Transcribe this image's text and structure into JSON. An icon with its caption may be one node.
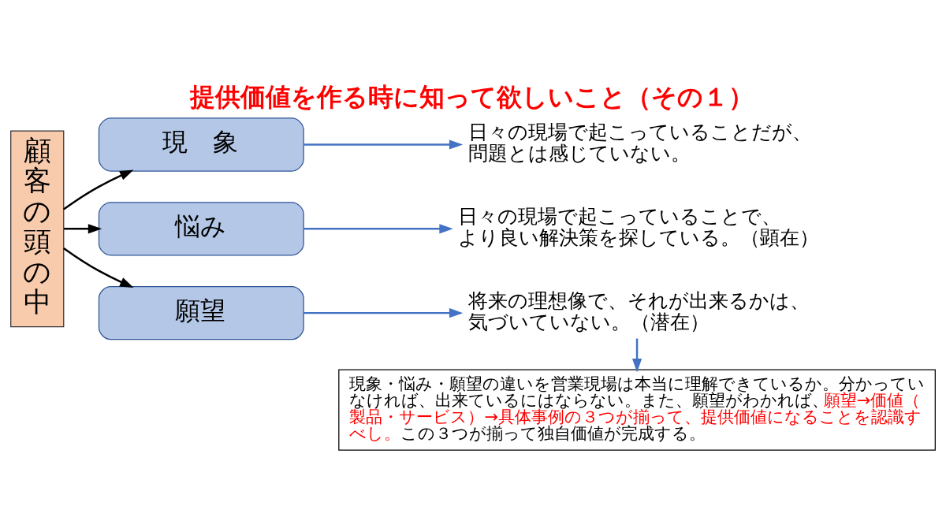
{
  "diagram": {
    "title": "提供価値を作る時に知って欲しいこと（その１）",
    "nodes": [
      {
        "text": [
          "顧客の頭の中"
        ]
      },
      {
        "text": [
          "現　象"
        ]
      },
      {
        "text": [
          "悩み"
        ]
      },
      {
        "text": [
          "願望"
        ]
      },
      {
        "text": [
          "日々の現場で起こっていることだが、問題とは感じていない。"
        ]
      },
      {
        "text": [
          "日々の現場で起こっていることで、より良い解決策を探している。（顕在）"
        ]
      },
      {
        "text": [
          "将来の理想像で、それが出来るかは、気づいていない。（潜在）"
        ]
      },
      {
        "text": [
          "現象・悩み・願望の違いを営業現場は本当に理解できているか。分かっていなければ、出来ているにはならない。また、願望がわかれば、",
          "願望→価値（製品・サービス）→具体事例の３つが揃って、提供価値になることを認識すべし。",
          "この３つが揃って独自価値が完成する。"
        ]
      }
    ],
    "edges": [
      {
        "from": 0,
        "to": 1,
        "arrow": "to",
        "color": "#000000"
      },
      {
        "from": 0,
        "to": 2,
        "arrow": "to",
        "color": "#000000"
      },
      {
        "from": 0,
        "to": 3,
        "arrow": "to",
        "color": "#000000"
      },
      {
        "from": 1,
        "to": 4,
        "arrow": "to"
      },
      {
        "from": 2,
        "to": 5,
        "arrow": "to"
      },
      {
        "from": 3,
        "to": 6,
        "arrow": "to"
      },
      {
        "from": 6,
        "to": 7,
        "arrow": "to"
      }
    ]
  }
}
